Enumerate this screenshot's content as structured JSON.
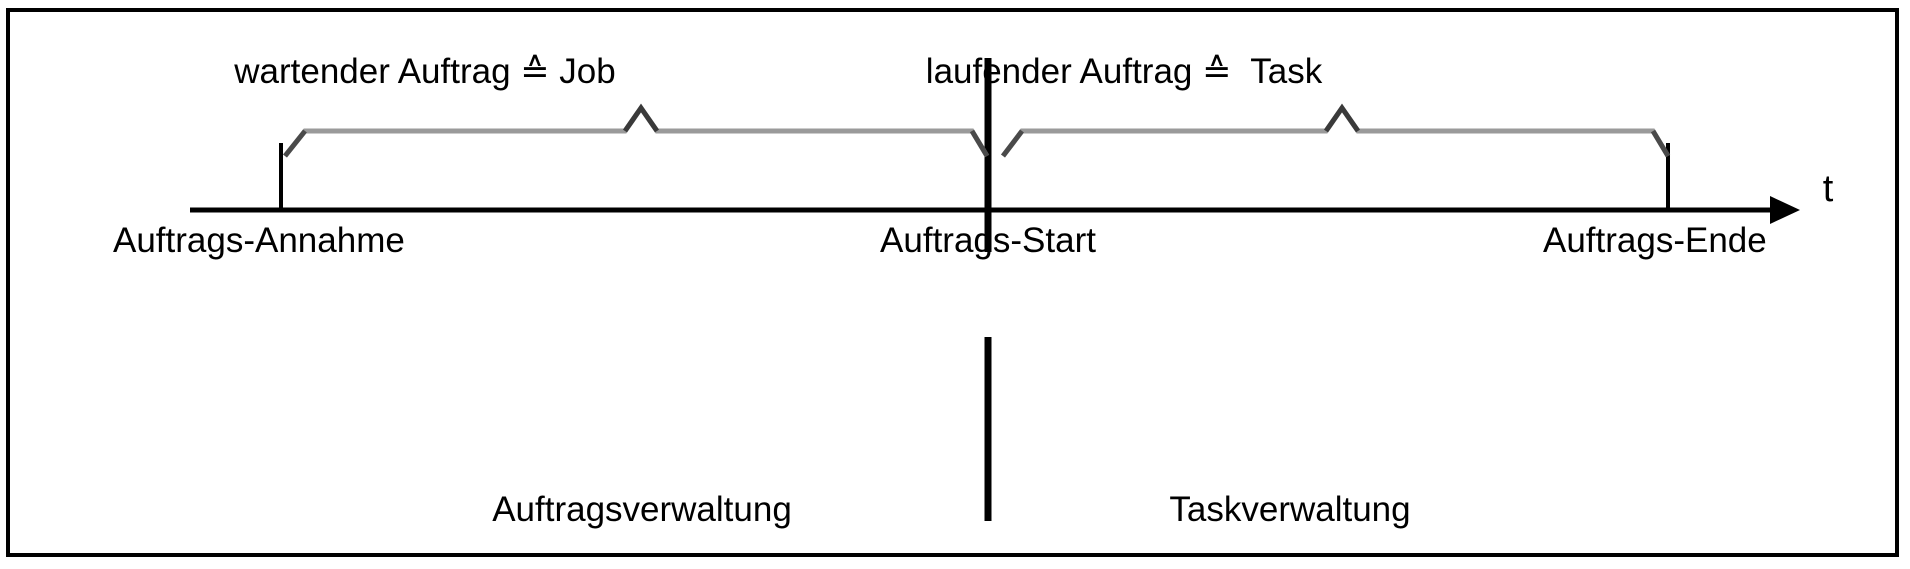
{
  "diagram": {
    "title": "Auftrags-Lebenszyklus Zeitachse",
    "axis": {
      "name": "t",
      "direction": "right",
      "tick_labels": [
        "Auftrags-Annahme",
        "Auftrags-Start",
        "Auftrags-Ende"
      ]
    },
    "braces": [
      {
        "id": "waiting",
        "label": "wartender Auftrag ≙ Job",
        "span_from": "Auftrags-Annahme",
        "span_to": "Auftrags-Start"
      },
      {
        "id": "running",
        "label": "laufender Auftrag ≙  Task",
        "span_from": "Auftrags-Start",
        "span_to": "Auftrags-Ende"
      }
    ],
    "events": [
      {
        "id": "annahme",
        "label": "Auftrags-Annahme"
      },
      {
        "id": "start",
        "label": "Auftrags-Start"
      },
      {
        "id": "ende",
        "label": "Auftrags-Ende"
      }
    ],
    "zones": [
      {
        "id": "auftragsverwaltung",
        "label": "Auftragsverwaltung"
      },
      {
        "id": "taskverwaltung",
        "label": "Taskverwaltung"
      }
    ],
    "colors": {
      "line": "#000000",
      "brace": "#8c8c8c",
      "text": "#000000",
      "background": "#ffffff",
      "border": "#000000"
    }
  }
}
